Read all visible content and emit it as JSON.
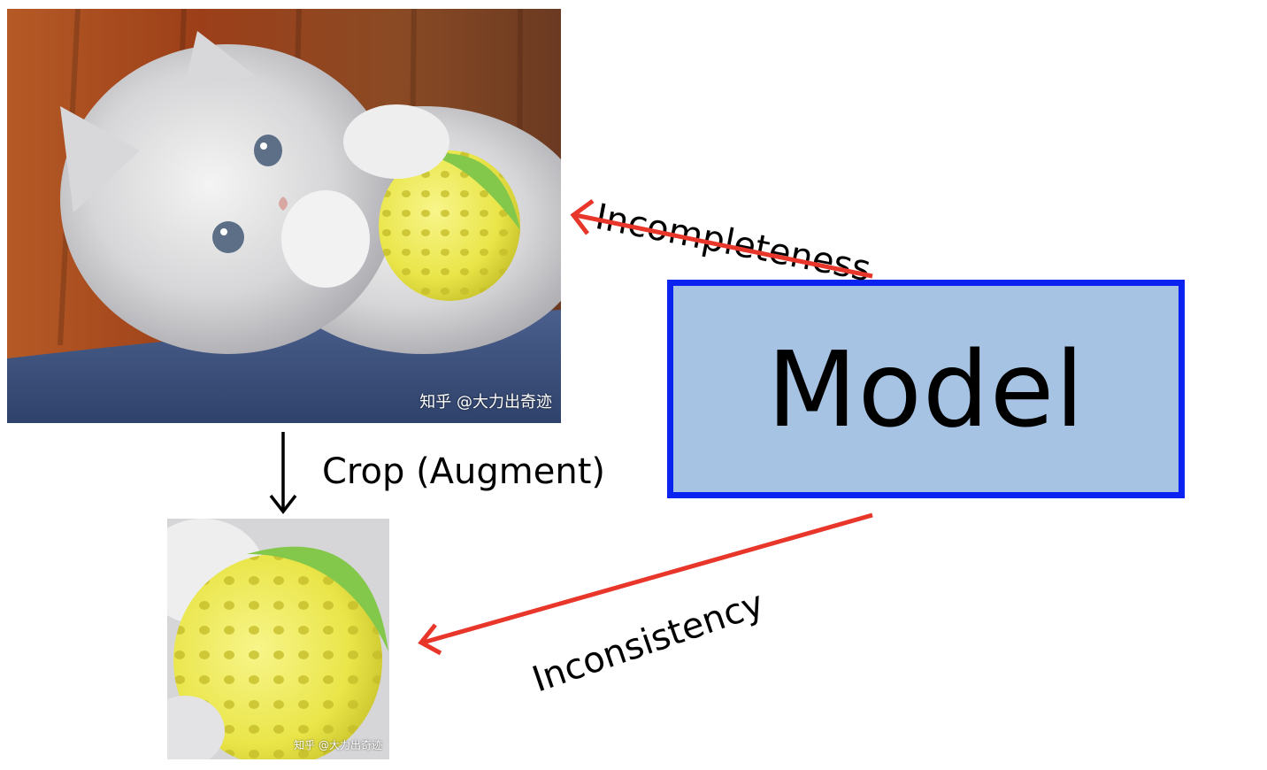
{
  "diagram": {
    "model_label": "Model",
    "crop_label": "Crop (Augment)",
    "incompleteness_label": "Incompleteness",
    "inconsistency_label": "Inconsistency",
    "watermark_main": "知乎 @大力出奇迹",
    "watermark_crop": "知乎 @大力出奇迹"
  },
  "colors": {
    "arrow_red": "#e8362b",
    "arrow_black": "#000000",
    "model_fill": "#a7c3e3",
    "model_border": "#0b23f0"
  },
  "images": {
    "main_photo": "kitten-with-ball-photo",
    "crop_photo": "cropped-ball-photo"
  }
}
